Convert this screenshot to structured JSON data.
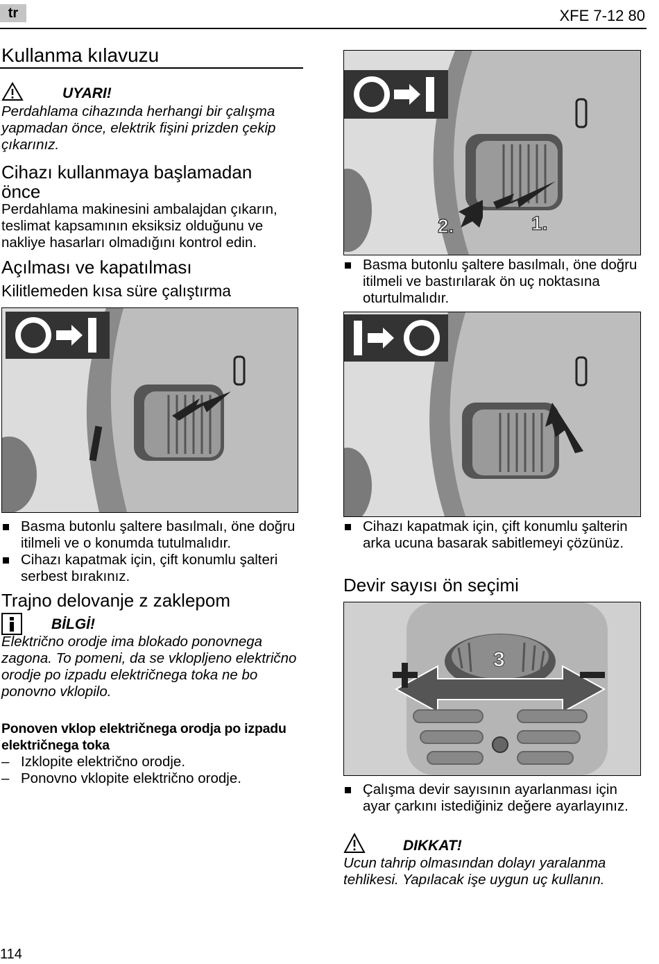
{
  "header": {
    "lang": "tr",
    "model": "XFE 7-12 80"
  },
  "left": {
    "title": "Kullanma kılavuzu",
    "warning": {
      "label": "UYARI!",
      "text": "Perdahlama cihazında herhangi bir çalışma yapmadan önce, elektrik fişini prizden çekip çıkarınız."
    },
    "before_use": {
      "heading_line1": "Cihazı kullanmaya başlamadan",
      "heading_line2": "önce",
      "text": "Perdahlama makinesini ambalajdan çıkarın, teslimat kapsamının eksiksiz olduğunu ve nakliye hasarları olmadığını kontrol edin."
    },
    "on_off_heading": "Açılması ve kapatılması",
    "short_run_heading": "Kilitlemeden kısa süre çalıştırma",
    "bullets": [
      "Basma butonlu şaltere basılmalı, öne doğru itilmeli ve o konumda tutulmalıdır.",
      "Cihazı kapatmak için, çift konumlu şalteri serbest bırakınız."
    ],
    "continuous_heading": "Trajno delovanje z zaklepom",
    "info": {
      "label": "BİLGİ!",
      "text": "Električno orodje ima blokado ponovnega zagona. To pomeni, da se vklopljeno električno orodje po izpadu električnega toka ne bo ponovno vklopilo."
    },
    "restart_heading": "Ponoven vklop električnega orodja po izpadu električnega toka",
    "restart_steps": [
      "Izklopite električno orodje.",
      "Ponovno vklopite električno orodje."
    ]
  },
  "right": {
    "fig1_labels": [
      "2.",
      "1."
    ],
    "bullet1": "Basma butonlu şaltere basılmalı, öne doğru itilmeli ve bastırılarak ön uç noktasına oturtulmalıdır.",
    "bullet2": "Cihazı kapatmak için, çift konumlu şalterin arka ucuna basarak sabitlemeyi çözünüz.",
    "speed_heading": "Devir sayısı ön seçimi",
    "dial_number": "3",
    "bullet3": "Çalışma devir sayısının ayarlanması için ayar çarkını istediğiniz değere ayarlayınız.",
    "caution": {
      "label": "DIKKAT!",
      "text": "Ucun tahrip olmasından dolayı yaralanma tehlikesi. Yapılacak işe uygun uç kullanın."
    }
  },
  "footer": {
    "page_number": "114"
  }
}
